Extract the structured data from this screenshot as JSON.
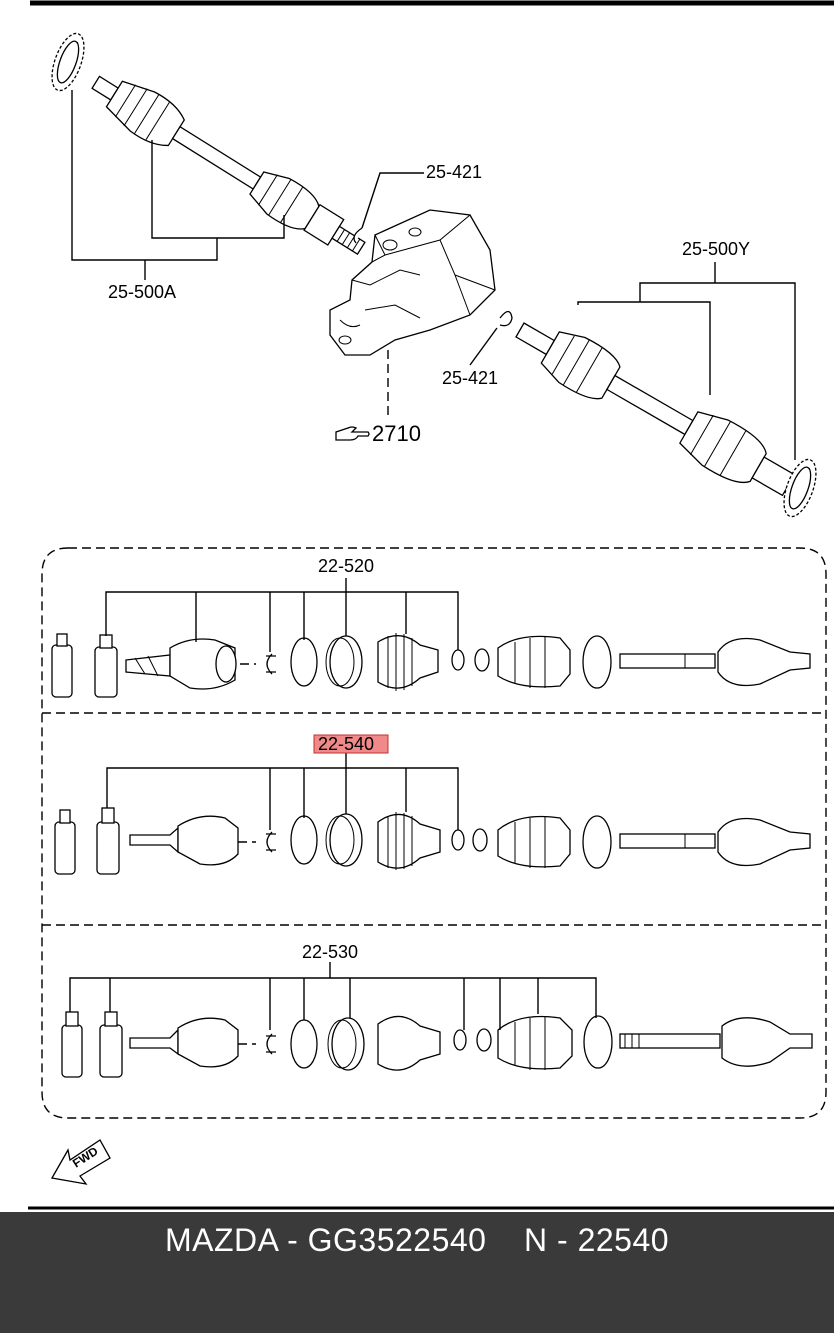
{
  "callouts": {
    "left_shaft": "25-500A",
    "right_shaft": "25-500Y",
    "clip_top": "25-421",
    "clip_bottom": "25-421",
    "diff_ref": "2710",
    "group_1": "22-520",
    "group_2": "22-540",
    "group_3": "22-530"
  },
  "fwd_label": "FWD",
  "highlight_color": "#f08a8a",
  "footer": {
    "text": "MAZDA - GG3522540    N - 22540"
  },
  "icons": {
    "pointer": "hand-pointer-icon",
    "fwd": "fwd-arrow-icon"
  }
}
